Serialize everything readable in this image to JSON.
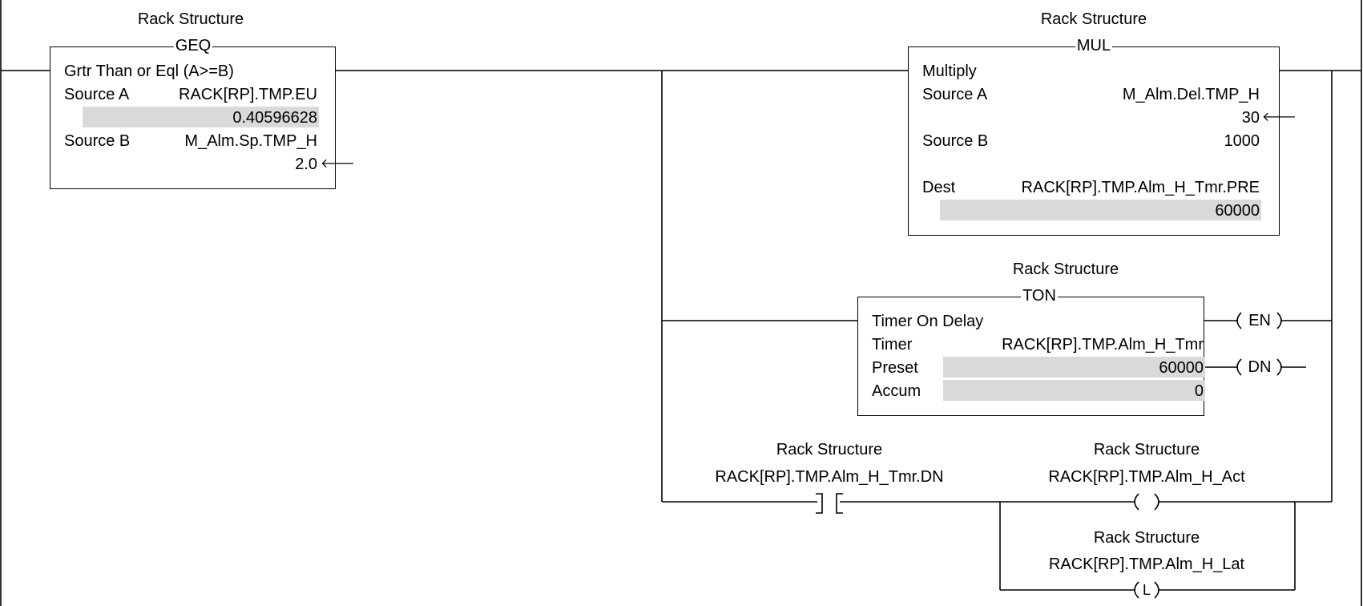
{
  "rung": {
    "geq": {
      "structure": "Rack Structure",
      "mnemonic": "GEQ",
      "description": "Grtr Than or Eql (A>=B)",
      "source_a_label": "Source A",
      "source_a_tag": "RACK[RP].TMP.EU",
      "source_a_value": "0.40596628",
      "source_b_label": "Source B",
      "source_b_tag": "M_Alm.Sp.TMP_H",
      "source_b_value": "2.0"
    },
    "mul": {
      "structure": "Rack Structure",
      "mnemonic": "MUL",
      "description": "Multiply",
      "source_a_label": "Source A",
      "source_a_tag": "M_Alm.Del.TMP_H",
      "source_a_value": "30",
      "source_b_label": "Source B",
      "source_b_value": "1000",
      "dest_label": "Dest",
      "dest_tag": "RACK[RP].TMP.Alm_H_Tmr.PRE",
      "dest_value": "60000"
    },
    "ton": {
      "structure": "Rack Structure",
      "mnemonic": "TON",
      "description": "Timer On Delay",
      "timer_label": "Timer",
      "timer_tag": "RACK[RP].TMP.Alm_H_Tmr",
      "preset_label": "Preset",
      "preset_value": "60000",
      "accum_label": "Accum",
      "accum_value": "0",
      "en_output": "EN",
      "dn_output": "DN"
    },
    "xic": {
      "structure": "Rack Structure",
      "tag": "RACK[RP].TMP.Alm_H_Tmr.DN"
    },
    "ote": {
      "structure": "Rack Structure",
      "tag": "RACK[RP].TMP.Alm_H_Act"
    },
    "otl": {
      "structure": "Rack Structure",
      "tag": "RACK[RP].TMP.Alm_H_Lat",
      "letter": "L"
    }
  },
  "icons": {
    "value_arrow": "left-arrow-icon",
    "xic_contact": "normally-open-contact-icon",
    "ote_coil": "output-coil-icon",
    "otl_coil": "latch-coil-icon"
  }
}
